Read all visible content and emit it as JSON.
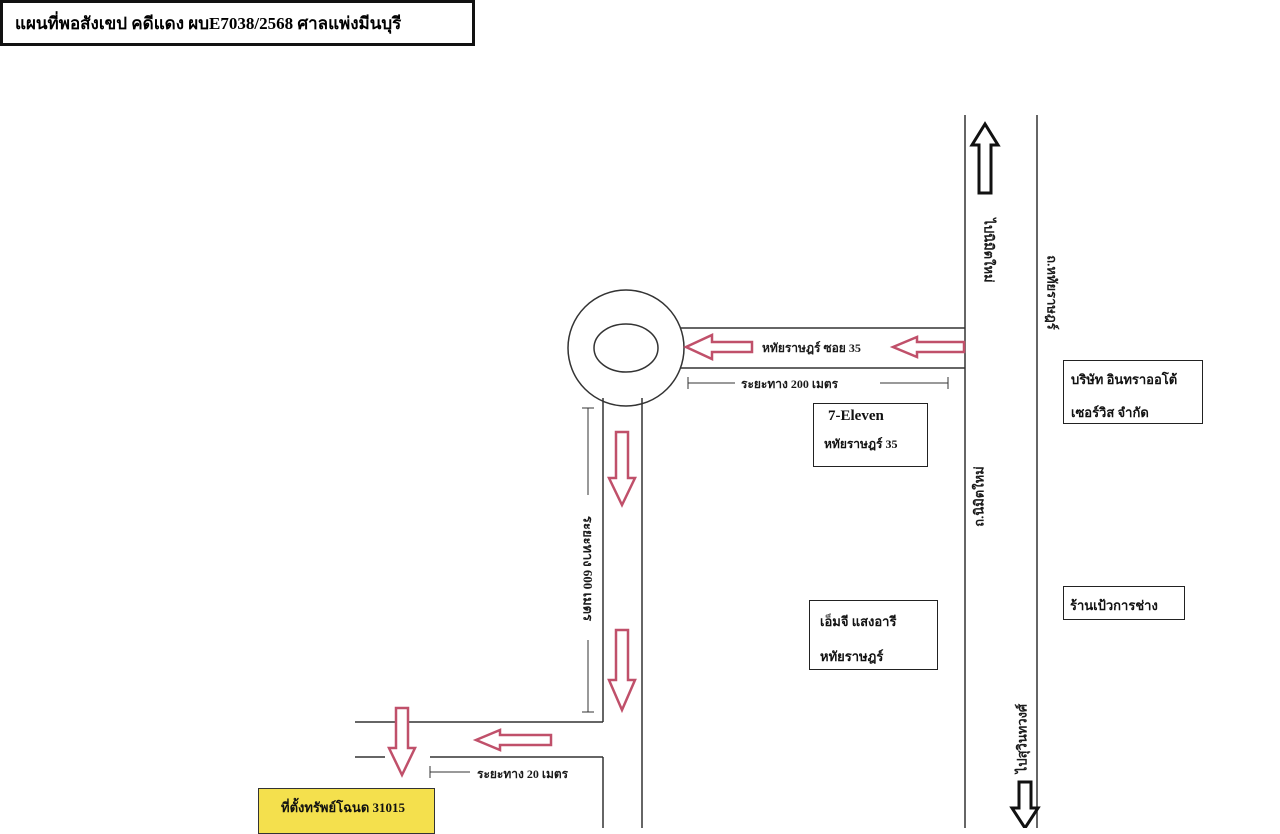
{
  "title": "แผนที่พอสังเขป คดีแดง ผบE7038/2568 ศาลแพ่งมีนบุรี",
  "roads": {
    "soi_label": "หทัยราษฎร์ ซอย 35",
    "main_road_right": "ถ.หทัยราษฎร์",
    "main_road_left": "ถ.นิมิตใหม่",
    "to_top": "ไปนิมิตใหม่",
    "to_bottom": "ไปสุวินทวงศ์"
  },
  "distances": {
    "d200": "ระยะทาง 200 เมตร",
    "d600": "ระยะทาง 600 เมตร",
    "d20": "ระยะทาง 20 เมตร"
  },
  "landmarks": {
    "seven_eleven": {
      "name": "7-Eleven",
      "sub": "หทัยราษฎร์ 35"
    },
    "company": {
      "line1": "บริษัท อินทราออโต้",
      "line2": "เซอร์วิส จำกัด"
    },
    "repair_shop": "ร้านเป้วการช่าง",
    "mg": {
      "line1": "เอ็มจี แสงอารี",
      "line2": "หทัยราษฎร์"
    },
    "property": "ที่ตั้งทรัพย์โฉนด 31015"
  },
  "colors": {
    "arrow": "#c0506a",
    "line": "#333333",
    "property_bg": "#f4e04d"
  }
}
